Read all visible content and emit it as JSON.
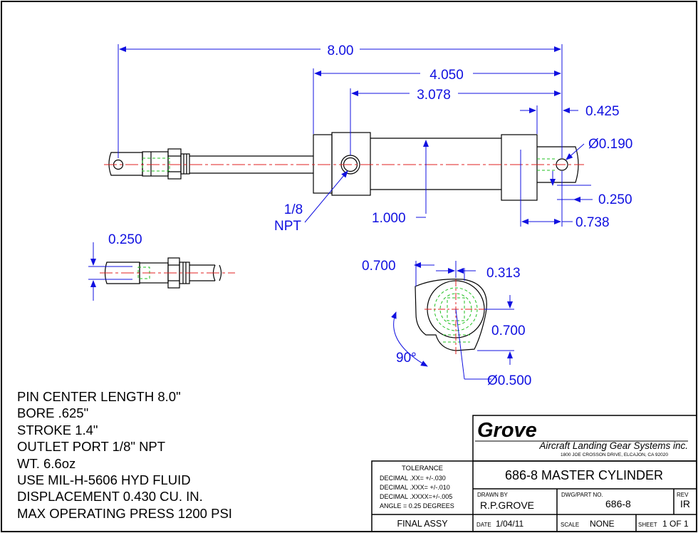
{
  "dimensions": {
    "overall_length": "8.00",
    "barrel_to_pin": "4.050",
    "port_to_pin": "3.078",
    "cap_width": "0.425",
    "pin_hole_dia": "Ø0.190",
    "slot_width": "0.250",
    "cap_length": "0.738",
    "body_height": "1.000",
    "port_label_line1": "1/8",
    "port_label_line2": "NPT",
    "rod_end_slot": "0.250",
    "end_view_width": "0.700",
    "end_view_offset": "0.313",
    "end_view_height": "0.700",
    "end_view_angle": "90°",
    "end_view_bore": "Ø0.500"
  },
  "notes": [
    "PIN CENTER LENGTH 8.0\"",
    "BORE .625\"",
    "STROKE 1.4\"",
    "OUTLET PORT 1/8\" NPT",
    "WT. 6.6oz",
    "USE MIL-H-5606 HYD FLUID",
    "DISPLACEMENT 0.430 CU. IN.",
    "MAX OPERATING PRESS 1200 PSI"
  ],
  "title_block": {
    "company_logo": "Grove",
    "company_name": "Aircraft Landing Gear Systems inc.",
    "company_address": "1800 JOE CROSSON DRIVE, ELCAJON, CA 92020",
    "tolerance_title": "TOLERANCE",
    "tolerance_lines": [
      "DECIMAL  .XX=  +/-.030",
      "DECIMAL  .XXX= +/-.010",
      "DECIMAL  .XXXX=+/-.005",
      "ANGLE = 0.25 DEGREES"
    ],
    "drawing_title": "686-8 MASTER CYLINDER",
    "drawn_by_label": "DRAWN BY",
    "drawn_by": "R.P.GROVE",
    "part_no_label": "DWG/PART NO.",
    "part_no": "686-8",
    "rev_label": "REV",
    "rev": "IR",
    "final_assy": "FINAL ASSY",
    "date_label": "DATE",
    "date": "1/04/11",
    "scale_label": "SCALE",
    "scale": "NONE",
    "sheet_label": "SHEET",
    "sheet": "1 OF 1"
  },
  "colors": {
    "dimension": "#1010e0",
    "centerline": "#e02020",
    "hidden": "#22c022",
    "outline": "#000000"
  }
}
